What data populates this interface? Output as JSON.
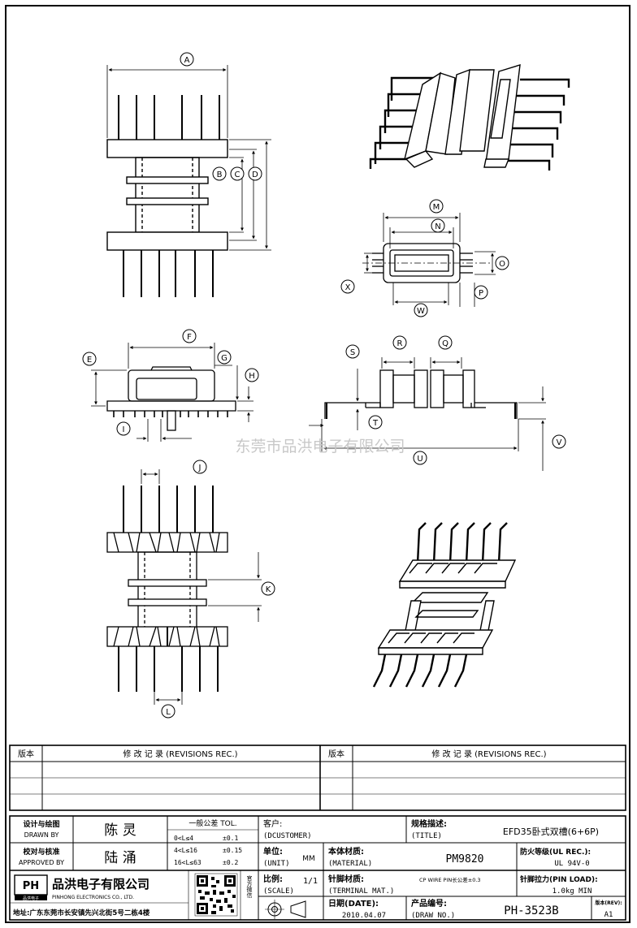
{
  "dims": {
    "a": "A",
    "b": "B",
    "c": "C",
    "d": "D",
    "e": "E",
    "f": "F",
    "g": "G",
    "h": "H",
    "i": "I",
    "j": "J",
    "k": "K",
    "l": "L",
    "m": "M",
    "n": "N",
    "o": "O",
    "p": "P",
    "q": "Q",
    "r": "R",
    "s": "S",
    "t": "T",
    "u": "U",
    "v": "V",
    "w": "W",
    "x": "X"
  },
  "watermark": "东莞市品洪电子有限公司",
  "revisions": {
    "col1": "版本",
    "col2": "修 改 记 录 (REVISIONS REC.)",
    "col3": "版本",
    "col4": "修 改 记 录 (REVISIONS REC.)"
  },
  "titleblock": {
    "design_label_cn": "设计与绘图",
    "design_label_en": "DRAWN BY",
    "design_name": "陈 灵",
    "approve_label_cn": "校对与核准",
    "approve_label_en": "APPROVED BY",
    "approve_name": "陆 涌",
    "tol_title": "一般公差 TOL.",
    "tol_rows": [
      {
        "range": "0<L≤4",
        "val": "±0.1"
      },
      {
        "range": "4<L≤16",
        "val": "±0.15"
      },
      {
        "range": "16<L≤63",
        "val": "±0.2"
      }
    ],
    "customer_label": "客户:",
    "customer_en": "(DCUSTOMER)",
    "spec_label": "规格描述:",
    "spec_en": "(TITLE)",
    "spec_value": "EFD35卧式双槽(6+6P)",
    "unit_label": "单位:",
    "unit_en": "(UNIT)",
    "unit_value": "MM",
    "material_label": "本体材质:",
    "material_en": "(MATERIAL)",
    "material_value": "PM9820",
    "fire_label": "防火等级(UL REC.):",
    "fire_value": "UL 94V-0",
    "company_cn": "品洪电子有限公司",
    "company_en": "PINHONG ELECTRONICS CO., LTD.",
    "logo_text": "PH",
    "logo_sub": "品洪电子",
    "qr_caption": "官方微信",
    "scale_label": "比例:",
    "scale_en": "(SCALE)",
    "scale_value": "1/1",
    "pin_mat_label": "针脚材质:",
    "pin_mat_en": "(TERMINAL MAT.)",
    "pin_mat_value": "CP WIRE PIN长公差±0.3",
    "pin_load_label": "针脚拉力(PIN LOAD):",
    "pin_load_value": "1.0kg MIN",
    "address": "地址:广东东莞市长安镇先兴北街5号二栋4楼",
    "date_label": "日期(DATE):",
    "date_value": "2010.04.07",
    "drawno_label": "产品编号:",
    "drawno_en": "(DRAW NO.)",
    "drawno_value": "PH-3523B",
    "rev_label": "版本(REV):",
    "rev_value": "A1"
  }
}
